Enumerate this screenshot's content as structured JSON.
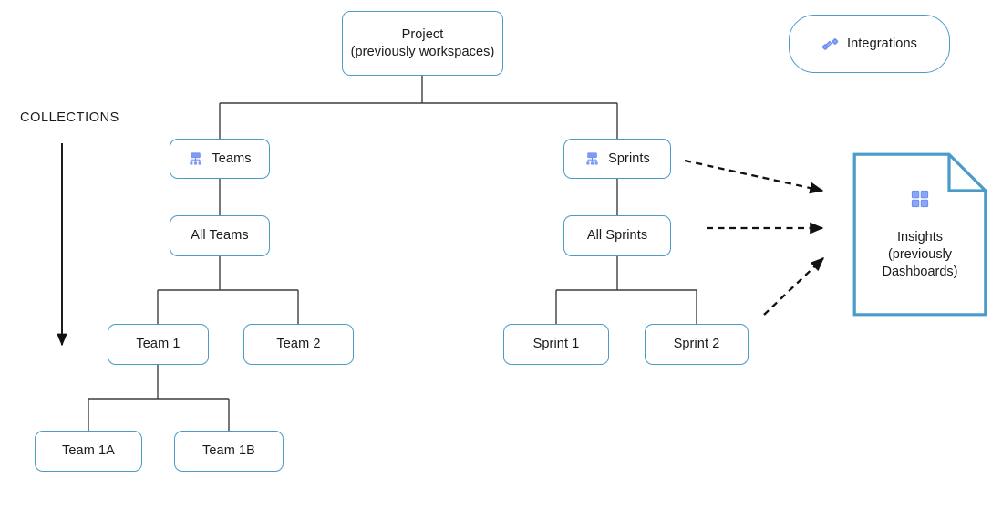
{
  "diagram": {
    "title": "Project structure hierarchy",
    "colors": {
      "node_border": "#4A9BC9",
      "connector": "#3d3d3d",
      "arrow": "#111111",
      "icon_blue": "#6b8ef2",
      "background": "#ffffff",
      "text": "#1a1a1a"
    },
    "annotation": {
      "collections_label": "COLLECTIONS"
    },
    "nodes": {
      "project": {
        "label": "Project\n(previously workspaces)",
        "shape": "rounded-rect"
      },
      "integrations": {
        "label": "Integrations",
        "shape": "pill",
        "icon": "link-icon"
      },
      "teams": {
        "label": "Teams",
        "shape": "rounded-rect",
        "icon": "hierarchy-icon"
      },
      "sprints": {
        "label": "Sprints",
        "shape": "rounded-rect",
        "icon": "hierarchy-icon"
      },
      "all_teams": {
        "label": "All Teams",
        "shape": "rounded-rect"
      },
      "all_sprints": {
        "label": "All Sprints",
        "shape": "rounded-rect"
      },
      "team_1": {
        "label": "Team 1",
        "shape": "rounded-rect"
      },
      "team_2": {
        "label": "Team 2",
        "shape": "rounded-rect"
      },
      "sprint_1": {
        "label": "Sprint 1",
        "shape": "rounded-rect"
      },
      "sprint_2": {
        "label": "Sprint 2",
        "shape": "rounded-rect"
      },
      "team_1a": {
        "label": "Team 1A",
        "shape": "rounded-rect"
      },
      "team_1b": {
        "label": "Team 1B",
        "shape": "rounded-rect"
      },
      "insights": {
        "label": "Insights\n(previously\nDashboards)",
        "shape": "document",
        "icon": "grid-squares-icon"
      }
    },
    "edges": [
      {
        "from": "project",
        "to": "teams",
        "style": "solid"
      },
      {
        "from": "project",
        "to": "sprints",
        "style": "solid"
      },
      {
        "from": "teams",
        "to": "all_teams",
        "style": "solid"
      },
      {
        "from": "all_teams",
        "to": "team_1",
        "style": "solid"
      },
      {
        "from": "all_teams",
        "to": "team_2",
        "style": "solid"
      },
      {
        "from": "team_1",
        "to": "team_1a",
        "style": "solid"
      },
      {
        "from": "team_1",
        "to": "team_1b",
        "style": "solid"
      },
      {
        "from": "sprints",
        "to": "all_sprints",
        "style": "solid"
      },
      {
        "from": "all_sprints",
        "to": "sprint_1",
        "style": "solid"
      },
      {
        "from": "all_sprints",
        "to": "sprint_2",
        "style": "solid"
      },
      {
        "from": "sprints",
        "to": "insights",
        "style": "dashed-arrow"
      },
      {
        "from": "all_sprints",
        "to": "insights",
        "style": "dashed-arrow"
      },
      {
        "from": "sprint_2",
        "to": "insights",
        "style": "dashed-arrow"
      }
    ]
  }
}
